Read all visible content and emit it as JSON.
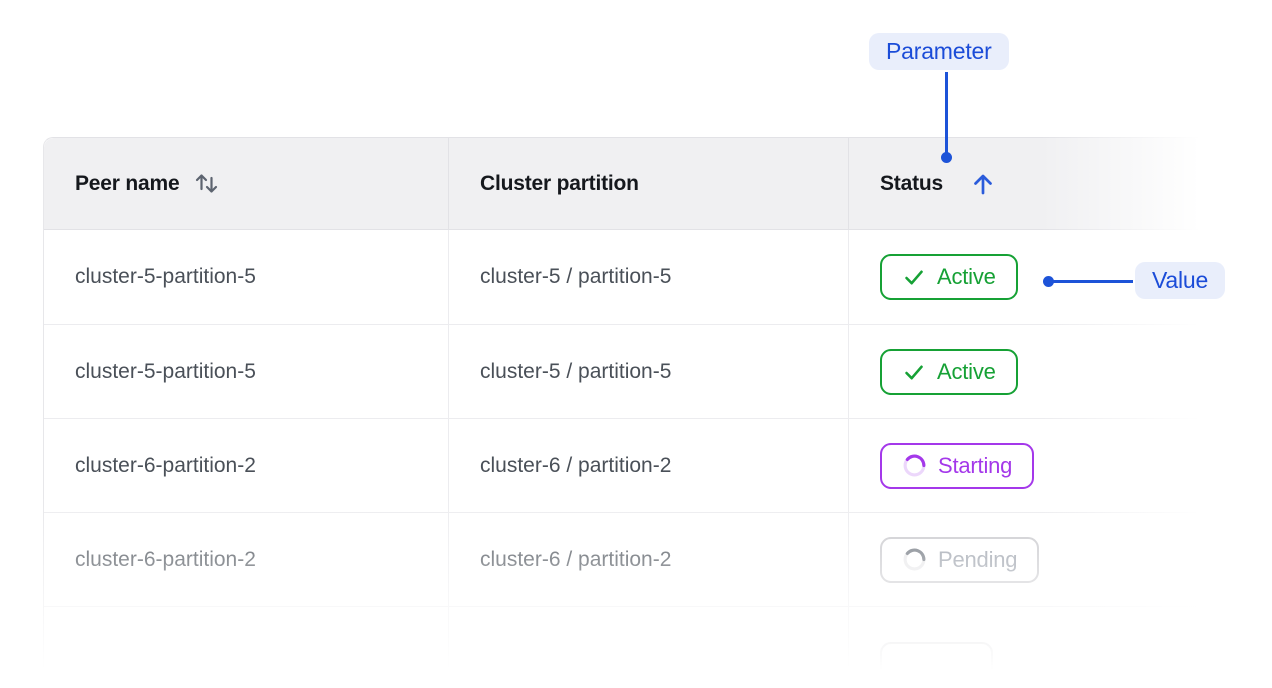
{
  "annotations": {
    "parameter_label": "Parameter",
    "value_label": "Value"
  },
  "table": {
    "columns": [
      {
        "label": "Peer name",
        "sort_icon": "sort-up-down-icon"
      },
      {
        "label": "Cluster partition"
      },
      {
        "label": "Status",
        "sort_icon": "arrow-up-icon",
        "sort_direction": "ascending"
      }
    ],
    "rows": [
      {
        "peer_name": "cluster-5-partition-5",
        "cluster_partition": "cluster-5 / partition-5",
        "status": {
          "label": "Active",
          "variant": "active",
          "icon": "check-icon"
        }
      },
      {
        "peer_name": "cluster-5-partition-5",
        "cluster_partition": "cluster-5 / partition-5",
        "status": {
          "label": "Active",
          "variant": "active",
          "icon": "check-icon"
        }
      },
      {
        "peer_name": "cluster-6-partition-2",
        "cluster_partition": "cluster-6 / partition-2",
        "status": {
          "label": "Starting",
          "variant": "starting",
          "icon": "spinner-icon"
        }
      },
      {
        "peer_name": "cluster-6-partition-2",
        "cluster_partition": "cluster-6 / partition-2",
        "status": {
          "label": "Pending",
          "variant": "pending",
          "icon": "spinner-icon"
        }
      },
      {
        "peer_name": "",
        "cluster_partition": "",
        "status": {
          "label": "",
          "variant": "partial"
        }
      }
    ]
  },
  "colors": {
    "active_green": "#16a135",
    "starting_purple": "#a438ea",
    "pending_gray_border": "#c9c9cd",
    "pending_gray_text": "#9aa0aa",
    "annotation_blue": "#1d53d8",
    "annotation_pill_bg": "#e9eefb",
    "header_bg": "#f0f0f2",
    "cell_text": "#4a5058",
    "header_text": "#15181d"
  }
}
